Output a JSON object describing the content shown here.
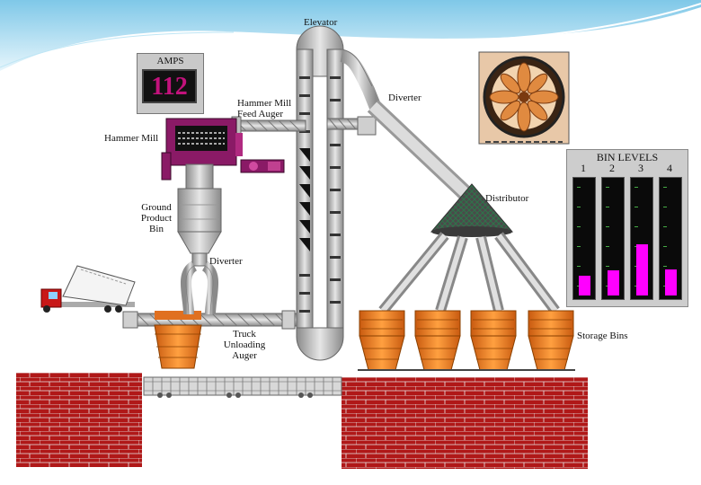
{
  "labels": {
    "elevator": "Elevator",
    "hammer_mill_feed_auger": [
      "Hammer Mill",
      "Feed Auger"
    ],
    "hammer_mill": "Hammer Mill",
    "ground_product_bin": [
      "Ground",
      "Product",
      "Bin"
    ],
    "diverter_top": "Diverter",
    "diverter_bottom": "Diverter",
    "distributor": "Distributor",
    "truck_unloading_auger": [
      "Truck",
      "Unloading",
      "Auger"
    ],
    "storage_bins": "Storage Bins"
  },
  "amps": {
    "title": "AMPS",
    "value": "112"
  },
  "bin_levels": {
    "title": "BIN LEVELS",
    "bins": [
      {
        "number": "1",
        "level": 0.17
      },
      {
        "number": "2",
        "level": 0.22
      },
      {
        "number": "3",
        "level": 0.45
      },
      {
        "number": "4",
        "level": 0.23
      }
    ]
  },
  "colors": {
    "brick": "#b01818",
    "bin_orange": "#f07d1e",
    "pipe_gray": "#c8c8c8",
    "gauge_fill": "#ff00ff",
    "hammer_mill": "#8a1a66"
  }
}
